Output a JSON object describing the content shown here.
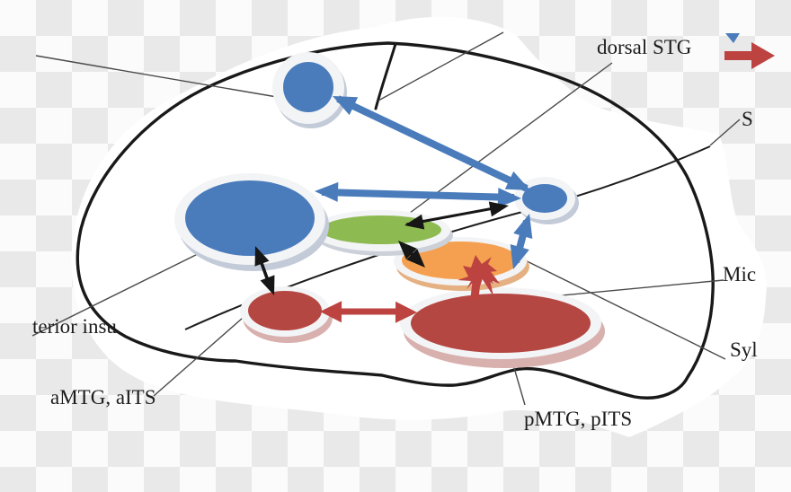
{
  "figure": {
    "description": "Brain schematic with colored region nodes connected by blue, red and black arrows over a transparent checkerboard background",
    "labels": {
      "dorsal_stg": "dorsal STG",
      "right_top_partial": "S",
      "right_mid_partial": "Mic",
      "right_low_partial": "Syl",
      "left_insula_partial": "terior insu",
      "amtg": "aMTG, aITS",
      "pmtg": "pMTG, pITS"
    },
    "nodes": [
      {
        "name": "top blue circle",
        "color": "#4a7cbc"
      },
      {
        "name": "left large blue ellipse",
        "color": "#4a7cbc"
      },
      {
        "name": "right blue ellipse (dorsal STG)",
        "color": "#4a7cbc"
      },
      {
        "name": "green ellipse",
        "color": "#8eba52"
      },
      {
        "name": "orange ellipse",
        "color": "#f5a050"
      },
      {
        "name": "small red ellipse (aMTG, aITS)",
        "color": "#b54743"
      },
      {
        "name": "large red ellipse (pMTG, pITS)",
        "color": "#b54743"
      }
    ],
    "legend": {
      "red_arrow_color": "#bc4340",
      "blue_arrow_color": "#4a7cbc"
    },
    "colors": {
      "black_arrow": "#161616",
      "brain_outline": "#191919",
      "checker_light": "#fbfbfb",
      "checker_dark": "#e9e9e9",
      "halo": "#f3f4f6"
    }
  }
}
